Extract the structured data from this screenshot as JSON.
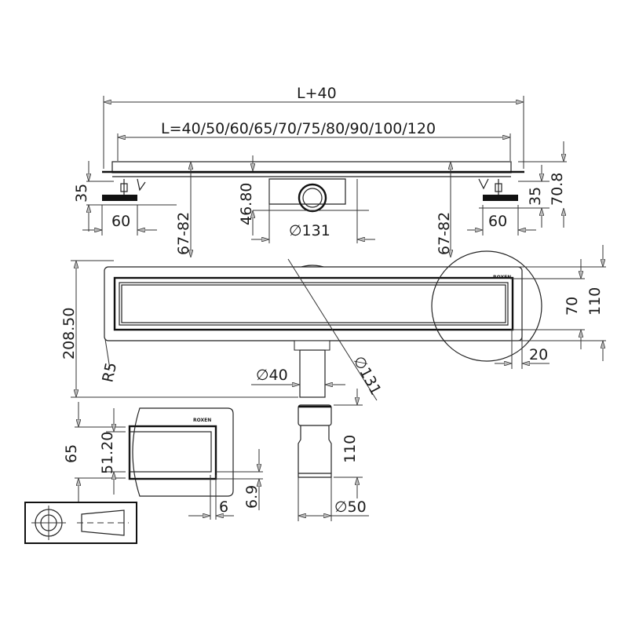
{
  "title_dims": {
    "overall": "L+40",
    "lengths": "L=40/50/60/65/70/75/80/90/100/120"
  },
  "side_view": {
    "foot_height_left": "35",
    "foot_width_left": "60",
    "adjust_left": "67-82",
    "grate_to_outlet": "46.80",
    "outlet_diameter": "∅131",
    "adjust_right": "67-82",
    "foot_height_right": "35",
    "total_height": "70.8",
    "foot_width_right": "60"
  },
  "top_view": {
    "depth": "208.50",
    "radius": "R5",
    "outlet_pipe": "∅40",
    "outlet_circle": "∅131",
    "channel_inner": "70",
    "channel_outer": "110",
    "edge": "20",
    "brand": "ROXEN"
  },
  "detail_view": {
    "outer": "65",
    "inner": "51.20",
    "lip": "6.9",
    "wall": "6",
    "brand": "ROXEN"
  },
  "pipe_view": {
    "height": "110",
    "diameter": "∅50"
  },
  "projection_symbol": "first-angle-projection-icon"
}
